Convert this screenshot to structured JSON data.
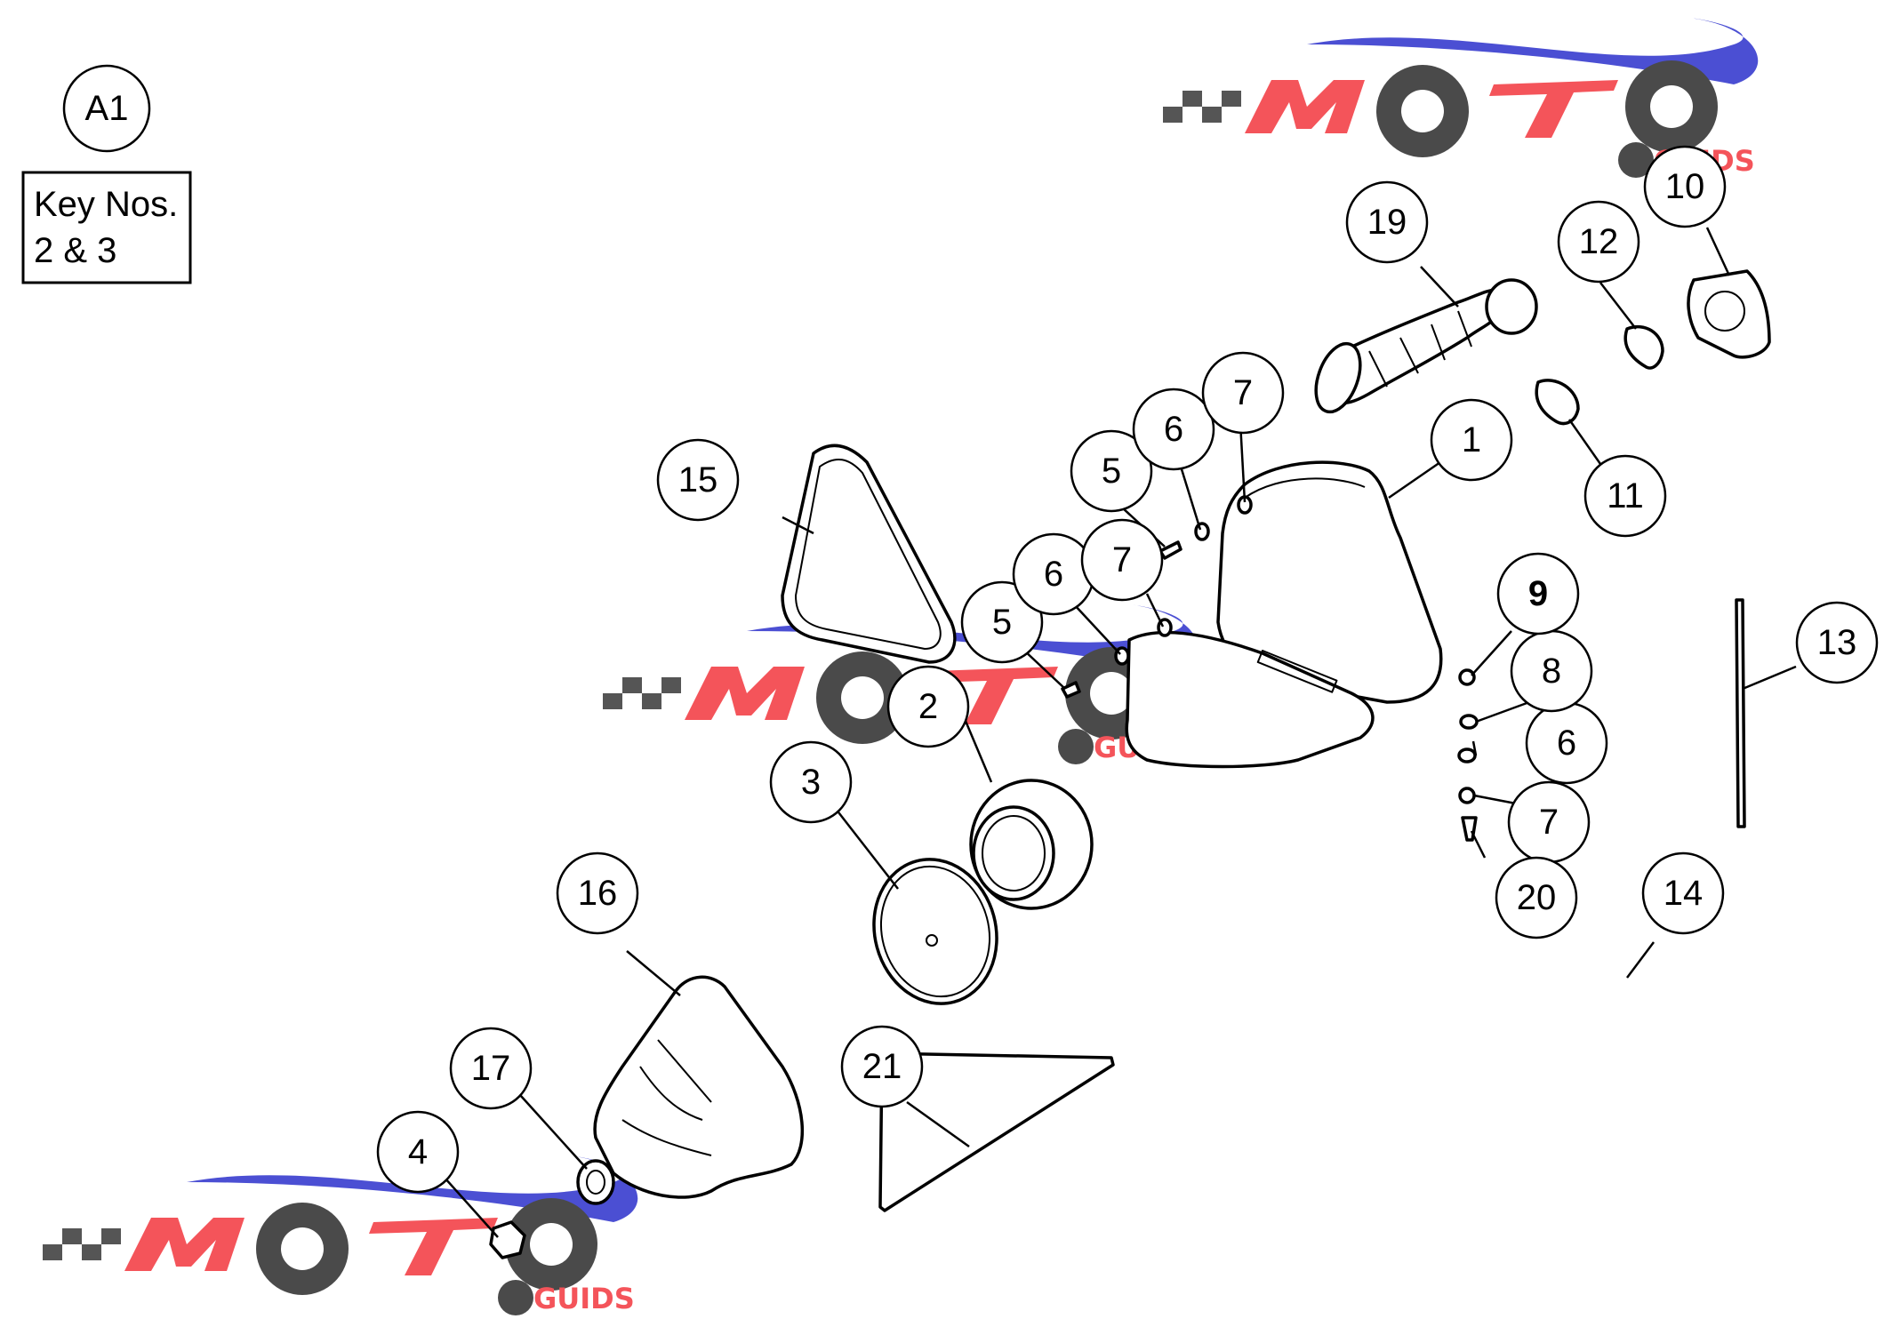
{
  "header": {
    "assembly_label": "A1",
    "key_box_line1": "Key Nos.",
    "key_box_line2": "2 & 3"
  },
  "watermark": {
    "text_top": "MOTO",
    "text_bottom": "GUIDS",
    "colors": {
      "red": "#f4545a",
      "blue": "#4b4fd3",
      "gear": "#4a4a4a"
    }
  },
  "callouts": {
    "c1": "1",
    "c2": "2",
    "c3": "3",
    "c4": "4",
    "c5a": "5",
    "c5b": "5",
    "c6a": "6",
    "c6b": "6",
    "c6c": "6",
    "c7a": "7",
    "c7b": "7",
    "c7c": "7",
    "c8": "8",
    "c9": "9",
    "c10": "10",
    "c11": "11",
    "c12": "12",
    "c13": "13",
    "c14": "14",
    "c15": "15",
    "c16": "16",
    "c17": "17",
    "c19": "19",
    "c20": "20",
    "c21": "21"
  }
}
